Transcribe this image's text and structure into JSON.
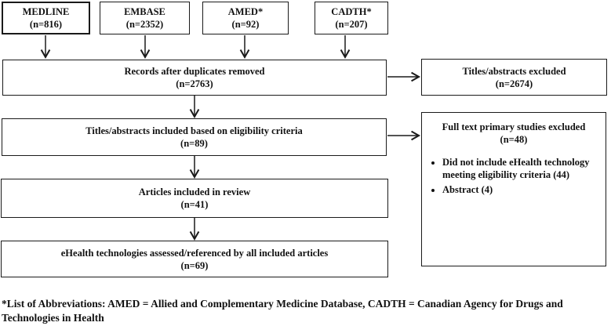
{
  "sources": [
    {
      "label": "MEDLINE",
      "count": "(n=816)"
    },
    {
      "label": "EMBASE",
      "count": "(n=2352)"
    },
    {
      "label": "AMED*",
      "count": "(n=92)"
    },
    {
      "label": "CADTH*",
      "count": "(n=207)"
    }
  ],
  "flow": {
    "records": {
      "line1": "Records after duplicates removed",
      "line2": "(n=2763)"
    },
    "titles_included": {
      "line1": "Titles/abstracts included based on eligibility criteria",
      "line2": "(n=89)"
    },
    "articles": {
      "line1": "Articles included in review",
      "line2": "(n=41)"
    },
    "ehealth": {
      "line1": "eHealth technologies assessed/referenced by all included articles",
      "line2": "(n=69)"
    }
  },
  "exclusions": {
    "titles_excluded": {
      "line1": "Titles/abstracts excluded",
      "line2": "(n=2674)"
    },
    "fulltext_excluded": {
      "line1": "Full text primary studies excluded",
      "line2": "(n=48)",
      "bullets": [
        "Did not include eHealth technology meeting eligibility criteria (44)",
        "Abstract (4)"
      ]
    }
  },
  "footnote": "*List of Abbreviations: AMED = Allied and Complementary Medicine Database, CADTH = Canadian Agency for Drugs and Technologies in Health",
  "colors": {
    "line": "#1a1a1a",
    "background": "#ffffff"
  }
}
